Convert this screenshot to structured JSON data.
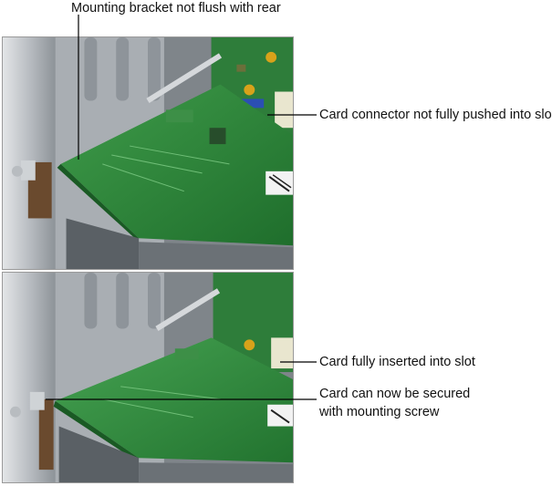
{
  "callouts": {
    "bracket_not_flush": "Mounting bracket not flush with rear",
    "connector_not_pushed": "Card connector not fully pushed into slot",
    "fully_inserted": "Card fully inserted into slot",
    "secured_line1": "Card can now be secured",
    "secured_line2": "with mounting screw"
  },
  "colors": {
    "pcb_green": "#2f8a3c",
    "chassis_silver": "#c4c8cc",
    "bracket_brown": "#6a4a2e",
    "leader_line": "#000000"
  }
}
